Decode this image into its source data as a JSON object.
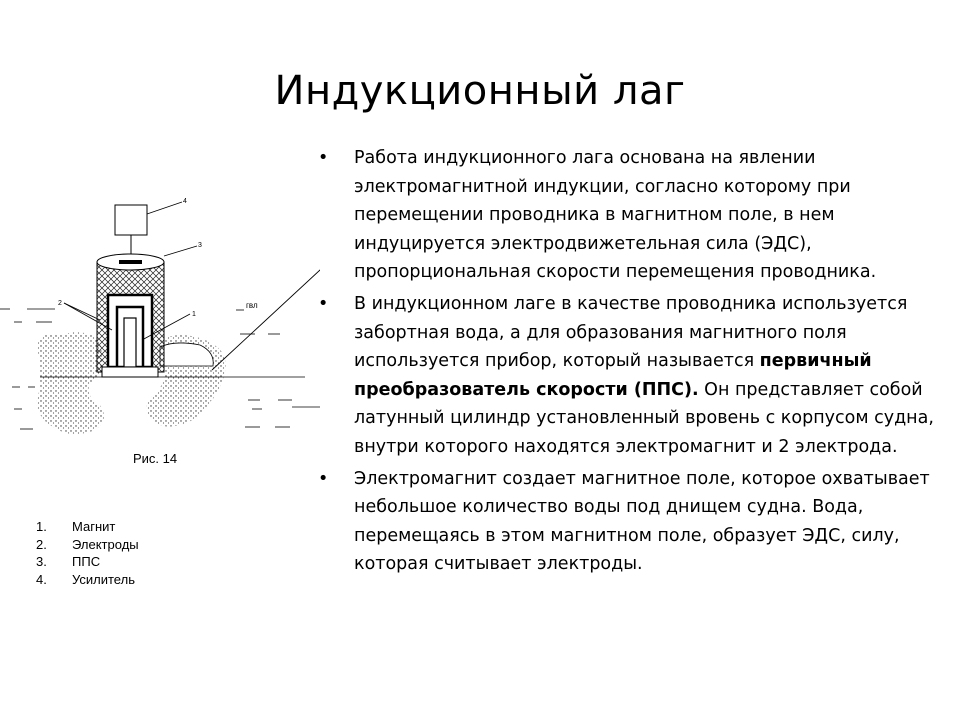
{
  "slide": {
    "title": "Индукционный лаг",
    "bullets": [
      {
        "parts": [
          {
            "text": "Работа индукционного лага основана на явлении электромагнитной индукции, согласно которому при перемещении проводника в магнитном поле, в нем индуцируется электродвижетельная сила (ЭДС), пропорциональная скорости перемещения проводника.",
            "bold": false
          }
        ]
      },
      {
        "parts": [
          {
            "text": "В индукционном лаге в качестве проводника используется забортная вода, а для образования магнитного поля используется прибор, который называется ",
            "bold": false
          },
          {
            "text": "первичный преобразователь скорости (ППС).",
            "bold": true
          },
          {
            "text": " Он представляет собой латунный цилиндр установленный вровень с корпусом судна, внутри которого находятся электромагнит и 2 электрода.",
            "bold": false
          }
        ]
      },
      {
        "parts": [
          {
            "text": "Электромагнит создает магнитное поле, которое охватывает небольшое количество воды под днищем судна. Вода, перемещаясь в этом магнитном поле, образует ЭДС, силу, которая считывает электроды.",
            "bold": false
          }
        ]
      }
    ],
    "bullet_symbol": "•"
  },
  "figure": {
    "caption": "Рис. 14",
    "callouts": {
      "n1": "1",
      "n2": "2",
      "n3": "3",
      "n4": "4",
      "gvl": "гвл"
    }
  },
  "legend": [
    {
      "num": "1.",
      "label": "Магнит"
    },
    {
      "num": "2.",
      "label": "Электроды"
    },
    {
      "num": "3.",
      "label": "ППС"
    },
    {
      "num": "4.",
      "label": "Усилитель"
    }
  ]
}
